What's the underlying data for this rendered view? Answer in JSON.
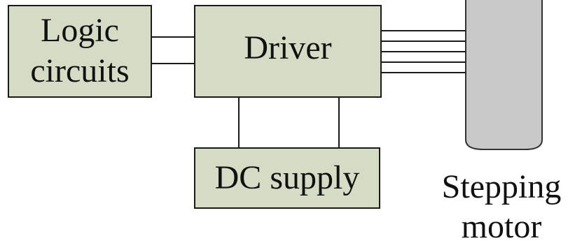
{
  "blocks": {
    "logic": {
      "line1": "Logic",
      "line2": "circuits"
    },
    "driver": {
      "label": "Driver"
    },
    "dc_supply": {
      "label": "DC supply"
    },
    "motor": {
      "line1": "Stepping",
      "line2": "motor"
    }
  },
  "colors": {
    "block_fill": "#d5dcc5",
    "motor_fill": "#c9c9c9",
    "line": "#1a1a1a"
  }
}
